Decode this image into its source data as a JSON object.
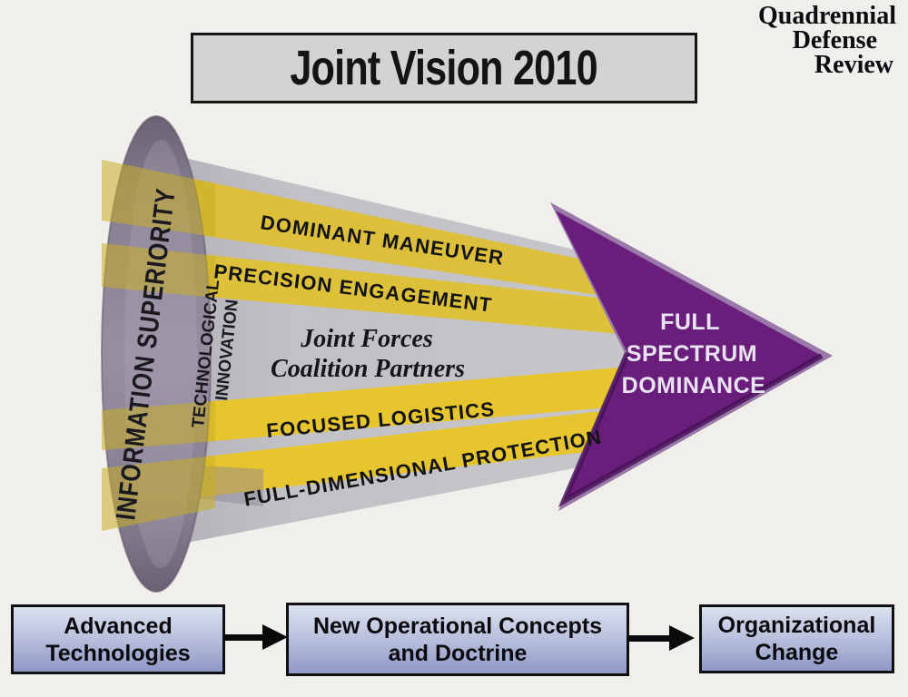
{
  "header": {
    "title": "Joint Vision 2010",
    "corner": {
      "lines": [
        "Quadrennial",
        "Defense",
        "Review"
      ]
    }
  },
  "funnel": {
    "left_axis_label": "INFORMATION SUPERIORITY",
    "innovation_lines": [
      "TECHNOLOGICAL",
      "INNOVATION"
    ],
    "bands": [
      {
        "label": "DOMINANT MANEUVER"
      },
      {
        "label": "PRECISION ENGAGEMENT"
      },
      {
        "label": "FOCUSED LOGISTICS"
      },
      {
        "label": "FULL-DIMENSIONAL PROTECTION"
      }
    ],
    "center_lines": [
      "Joint Forces",
      "Coalition Partners"
    ],
    "arrow_lines": [
      "FULL",
      "SPECTRUM",
      "DOMINANCE"
    ]
  },
  "flow": {
    "boxes": [
      {
        "lines": [
          "Advanced",
          "Technologies"
        ]
      },
      {
        "lines": [
          "New Operational Concepts",
          "and Doctrine"
        ]
      },
      {
        "lines": [
          "Organizational",
          "Change"
        ]
      }
    ]
  },
  "colors": {
    "background": "#f1efec",
    "title_bg": "#d3d2d5",
    "cone_gray": "#c0bfc4",
    "band_yellow": "#ddbf3b",
    "band_gold": "#e7c52e",
    "disk_gray": "#8a8194",
    "arrow_purple": "#6a1e7c",
    "arrow_bevel": "#9a78aa",
    "arrow_text": "#e9e2f2",
    "flow_box_top": "#dce1ee",
    "flow_box_bottom": "#8f98c6",
    "flow_arrow_black": "#0a0a0c"
  }
}
